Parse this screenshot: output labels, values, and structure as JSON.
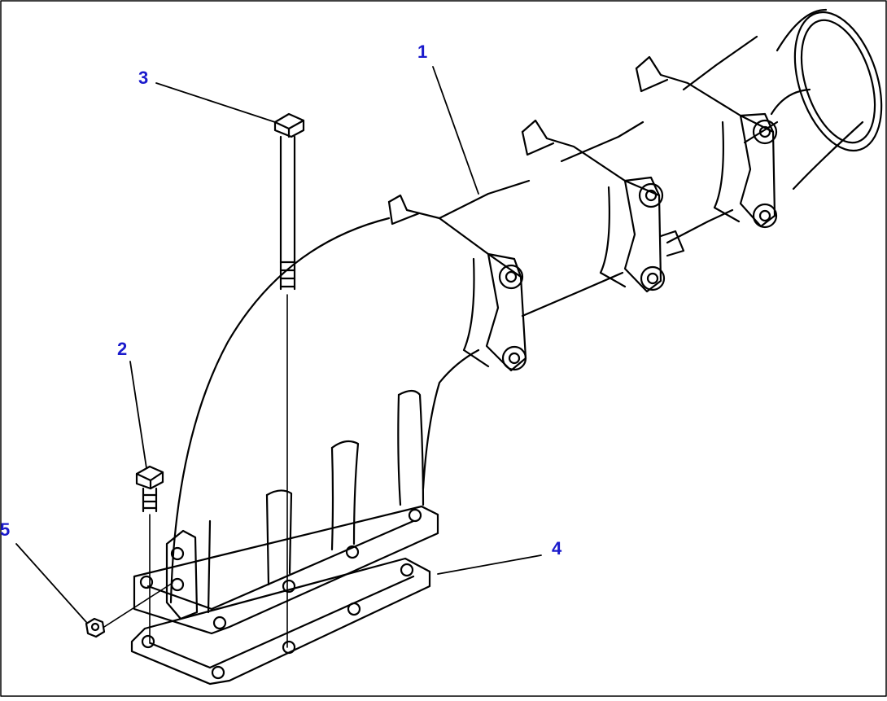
{
  "diagram": {
    "callouts": [
      {
        "id": "1",
        "label": "1"
      },
      {
        "id": "2",
        "label": "2"
      },
      {
        "id": "3",
        "label": "3"
      },
      {
        "id": "4",
        "label": "4"
      },
      {
        "id": "5",
        "label": "5"
      }
    ],
    "colors": {
      "line": "#000000",
      "callout_text": "#1a1acc",
      "background": "#ffffff"
    }
  }
}
